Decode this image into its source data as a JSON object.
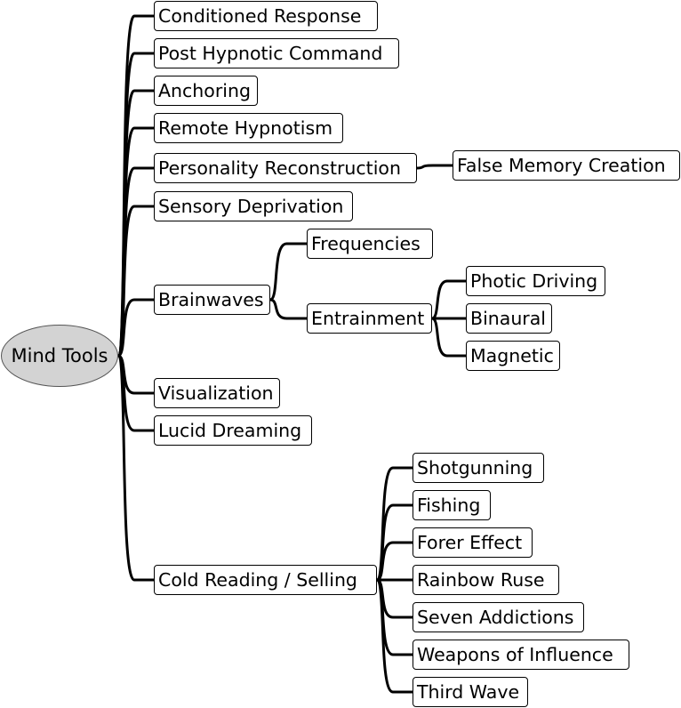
{
  "root": {
    "label": "Mind Tools"
  },
  "nodes": {
    "conditioned_response": "Conditioned Response",
    "post_hypnotic_command": "Post Hypnotic Command",
    "anchoring": "Anchoring",
    "remote_hypnotism": "Remote Hypnotism",
    "personality_reconstruction": "Personality Reconstruction",
    "false_memory_creation": "False Memory Creation",
    "sensory_deprivation": "Sensory Deprivation",
    "brainwaves": "Brainwaves",
    "frequencies": "Frequencies",
    "entrainment": "Entrainment",
    "photic_driving": "Photic Driving",
    "binaural": "Binaural",
    "magnetic": "Magnetic",
    "visualization": "Visualization",
    "lucid_dreaming": "Lucid Dreaming",
    "cold_reading_selling": "Cold Reading / Selling",
    "shotgunning": "Shotgunning",
    "fishing": "Fishing",
    "forer_effect": "Forer Effect",
    "rainbow_ruse": "Rainbow Ruse",
    "seven_addictions": "Seven Addictions",
    "weapons_of_influence": "Weapons of Influence",
    "third_wave": "Third Wave"
  },
  "edges": [
    [
      "root",
      "conditioned_response"
    ],
    [
      "root",
      "post_hypnotic_command"
    ],
    [
      "root",
      "anchoring"
    ],
    [
      "root",
      "remote_hypnotism"
    ],
    [
      "root",
      "personality_reconstruction"
    ],
    [
      "root",
      "sensory_deprivation"
    ],
    [
      "root",
      "brainwaves"
    ],
    [
      "root",
      "visualization"
    ],
    [
      "root",
      "lucid_dreaming"
    ],
    [
      "root",
      "cold_reading_selling"
    ],
    [
      "personality_reconstruction",
      "false_memory_creation"
    ],
    [
      "brainwaves",
      "frequencies"
    ],
    [
      "brainwaves",
      "entrainment"
    ],
    [
      "entrainment",
      "photic_driving"
    ],
    [
      "entrainment",
      "binaural"
    ],
    [
      "entrainment",
      "magnetic"
    ],
    [
      "cold_reading_selling",
      "shotgunning"
    ],
    [
      "cold_reading_selling",
      "fishing"
    ],
    [
      "cold_reading_selling",
      "forer_effect"
    ],
    [
      "cold_reading_selling",
      "rainbow_ruse"
    ],
    [
      "cold_reading_selling",
      "seven_addictions"
    ],
    [
      "cold_reading_selling",
      "weapons_of_influence"
    ],
    [
      "cold_reading_selling",
      "third_wave"
    ]
  ]
}
